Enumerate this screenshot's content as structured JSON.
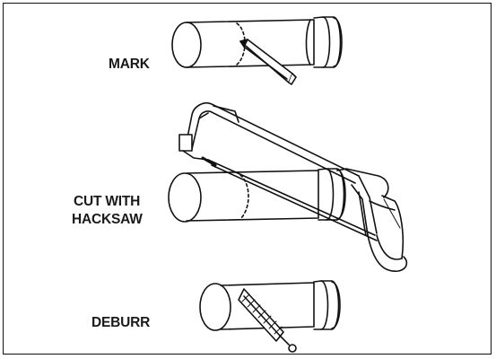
{
  "steps": {
    "mark": "MARK",
    "cut_line1": "CUT WITH",
    "cut_line2": "HACKSAW",
    "deburr": "DEBURR"
  },
  "icons": [
    "pipe-icon",
    "pencil-icon",
    "hacksaw-icon",
    "deburring-file-icon"
  ],
  "colors": {
    "line": "#111111",
    "background": "#ffffff"
  }
}
